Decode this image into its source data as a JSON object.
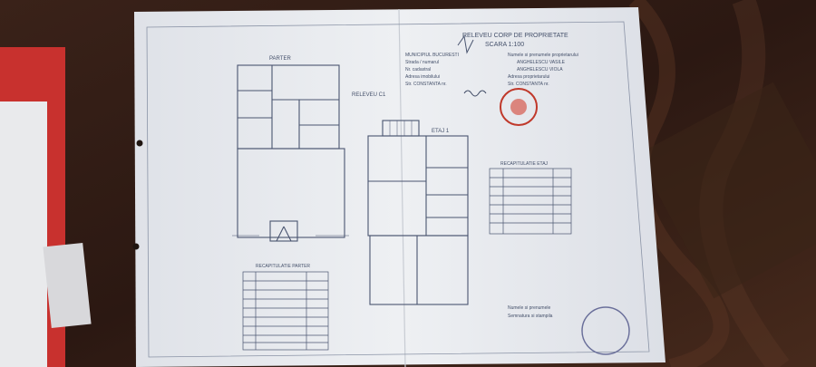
{
  "header": {
    "title_line1": "RELEVEU CORP DE PROPRIETATE",
    "title_line2": "SCARA 1:100"
  },
  "info_left": [
    "MUNICIPIUL BUCURESTI",
    "Strada / numarul",
    "Nr. cadastral",
    "Adresa imobilului",
    "Str. CONSTANTA nr."
  ],
  "info_right": [
    "Numele si prenumele proprietarului",
    "ANGHELESCU VASILE",
    "ANGHELESCU VIOLA",
    "Adresa proprietarului",
    "Str. CONSTANTA nr."
  ],
  "plans": {
    "parter_label": "PARTER",
    "etaj_label": "ETAJ 1",
    "releveu_label": "RELEVEU C1"
  },
  "table_etaj": {
    "title": "RECAPITULATIE ETAJ",
    "rows": 7
  },
  "table_parter": {
    "title": "RECAPITULATIE PARTER",
    "rows": 9
  },
  "footer_note": [
    "Numele si prenumele",
    "Semnatura si stampila"
  ],
  "colors": {
    "background": "#2a1a14",
    "paper": "#e6e8ec",
    "ink": "#4a5570",
    "stamp": "#c0392b"
  }
}
